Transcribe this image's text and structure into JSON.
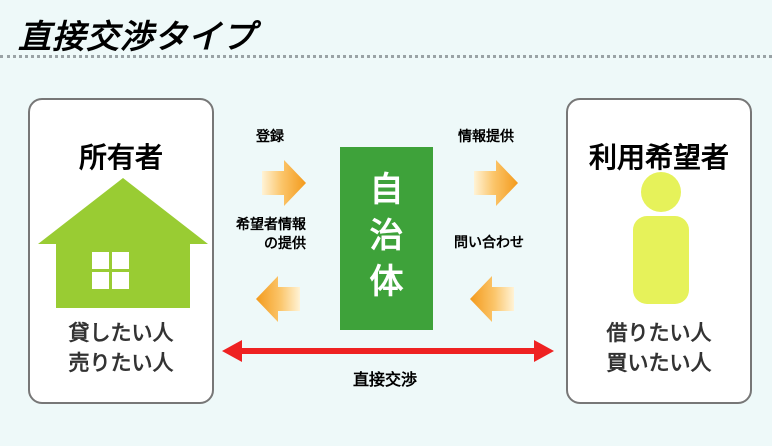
{
  "title": "直接交渉タイプ",
  "owner": {
    "title": "所有者",
    "caption_line1": "貸したい人",
    "caption_line2": "売りたい人"
  },
  "user": {
    "title": "利用希望者",
    "caption_line1": "借りたい人",
    "caption_line2": "買いたい人"
  },
  "center": {
    "line1": "自",
    "line2": "治",
    "line3": "体"
  },
  "flows": {
    "register": "登録",
    "info_provide_line1": "希望者情報",
    "info_provide_line2": "の提供",
    "info_offer": "情報提供",
    "inquiry": "問い合わせ"
  },
  "direct": "直接交渉",
  "colors": {
    "house": "#99cc33",
    "person": "#e6f25a",
    "center": "#3ea23a",
    "arrow_orange": "#f7a52a",
    "direct_arrow": "#ee2222"
  }
}
